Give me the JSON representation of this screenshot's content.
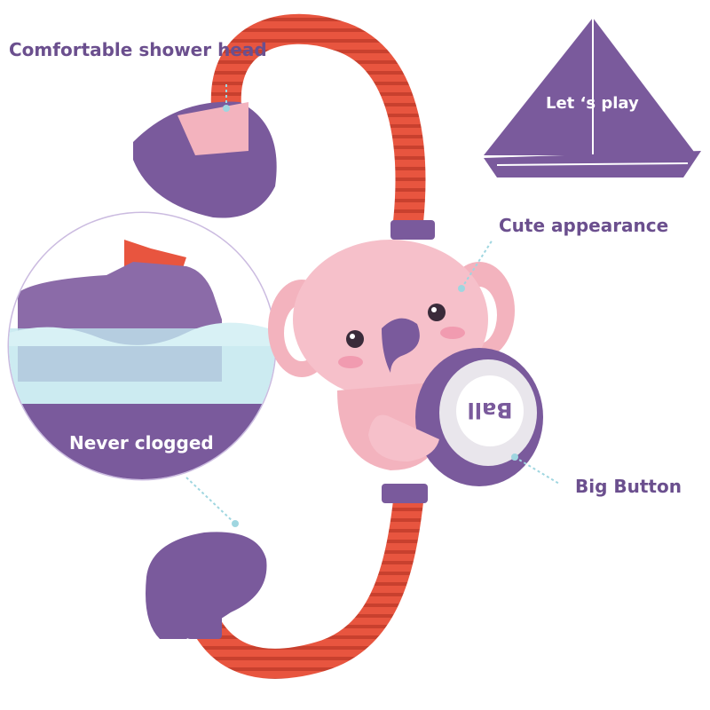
{
  "callouts": {
    "shower_head": "Comfortable shower head",
    "appearance": "Cute appearance",
    "never_clogged": "Never clogged",
    "big_button": "Big Button"
  },
  "sail": {
    "text": "Let ‘s play"
  },
  "button": {
    "text": "Ball"
  },
  "colors": {
    "purple": "#7a5a9c",
    "hose": "#e8553f",
    "koala_pink": "#f3b3be",
    "water": "#bfe6ee"
  }
}
